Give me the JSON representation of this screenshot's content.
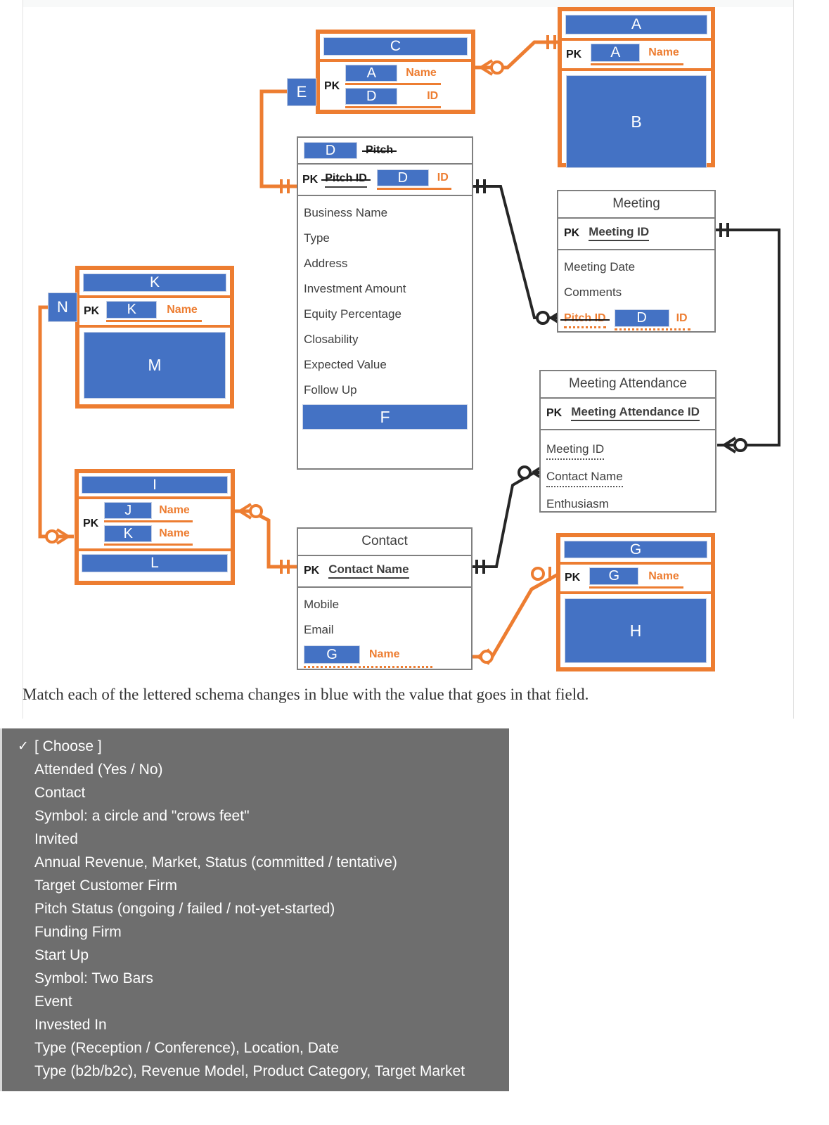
{
  "prompt": {
    "text": "Match each of the lettered schema changes in blue with the value that goes in that field."
  },
  "diagram": {
    "type": "entity-relationship-diagram",
    "entities": [
      {
        "id": "entity-a",
        "title": "A",
        "title_is_blank": true,
        "pk_label": "PK",
        "pk_blank": "A",
        "pk_suffix": "Name",
        "body_blank": "B"
      },
      {
        "id": "entity-c",
        "title": "C",
        "title_is_blank": true,
        "pk_label": "PK",
        "rows": [
          {
            "blank": "A",
            "suffix": "Name"
          },
          {
            "blank": "D",
            "suffix": "ID"
          }
        ]
      },
      {
        "id": "entity-pitch",
        "title_blank": "D",
        "title_struck": "Pitch",
        "pk_label": "PK",
        "pk_struck": "Pitch ID",
        "pk_blank": "D",
        "pk_suffix": "ID",
        "attributes": [
          "Business Name",
          "Type",
          "Address",
          "Investment Amount",
          "Equity Percentage",
          "Closability",
          "Expected Value",
          "Follow Up"
        ],
        "body_blank": "F"
      },
      {
        "id": "entity-meeting",
        "title": "Meeting",
        "pk_label": "PK",
        "pk_name": "Meeting ID",
        "attributes": [
          "Meeting Date",
          "Comments"
        ],
        "fk_struck": "Pitch ID",
        "fk_blank": "D",
        "fk_suffix": "ID"
      },
      {
        "id": "entity-meeting-attendance",
        "title": "Meeting Attendance",
        "pk_label": "PK",
        "pk_name": "Meeting Attendance  ID",
        "attributes": [
          "Meeting ID",
          "Contact Name",
          "Enthusiasm"
        ],
        "fk_attributes": [
          "Meeting ID",
          "Contact Name"
        ]
      },
      {
        "id": "entity-contact",
        "title": "Contact",
        "pk_label": "PK",
        "pk_name": "Contact Name",
        "attributes": [
          "Mobile",
          "Email"
        ],
        "fk_blank": "G",
        "fk_suffix": "Name"
      },
      {
        "id": "entity-k",
        "title": "K",
        "title_is_blank": true,
        "pk_label": "PK",
        "pk_blank": "K",
        "pk_suffix": "Name",
        "body_blank": "M"
      },
      {
        "id": "entity-i",
        "title": "I",
        "title_is_blank": true,
        "pk_label": "PK",
        "rows": [
          {
            "blank": "J",
            "suffix": "Name"
          },
          {
            "blank": "K",
            "suffix": "Name"
          }
        ],
        "body_blank": "L"
      },
      {
        "id": "entity-g",
        "title": "G",
        "title_is_blank": true,
        "pk_label": "PK",
        "pk_blank": "G",
        "pk_suffix": "Name",
        "body_blank": "H"
      }
    ],
    "connector_tags": [
      {
        "id": "tag-e",
        "label": "E"
      },
      {
        "id": "tag-n",
        "label": "N"
      }
    ],
    "colors": {
      "blank_fill": "#4472c4",
      "highlight_border": "#ed7d31",
      "entity_border": "#7f7f7f",
      "orange_text": "#ed7d31",
      "connector_orange": "#ed7d31",
      "connector_black": "#262626"
    }
  },
  "dropdown": {
    "selected_index": 0,
    "options": [
      "[ Choose ]",
      "Attended (Yes / No)",
      "Contact",
      "Symbol: a circle and \"crows feet\"",
      "Invited",
      "Annual Revenue, Market, Status (committed / tentative)",
      "Target Customer Firm",
      "Pitch Status (ongoing / failed / not-yet-started)",
      "Funding Firm",
      "Start Up",
      "Symbol: Two Bars",
      "Event",
      "Invested In",
      "Type (Reception / Conference), Location, Date",
      "Type (b2b/b2c), Revenue Model, Product Category, Target Market"
    ],
    "check_glyph": "✓"
  }
}
